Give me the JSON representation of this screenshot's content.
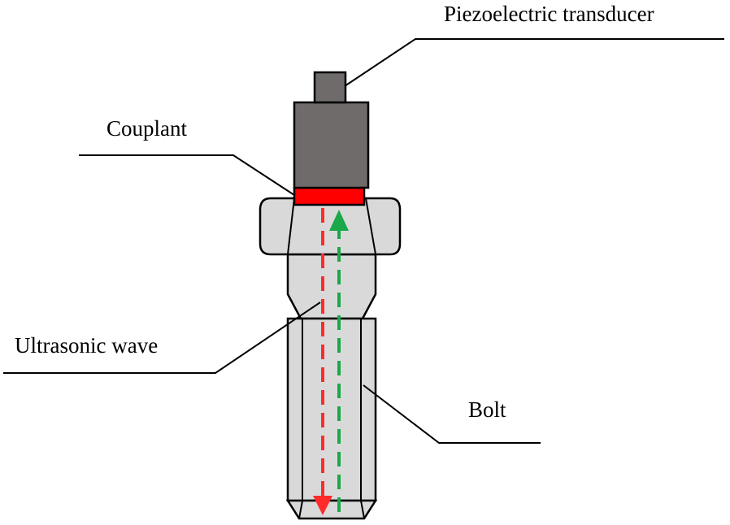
{
  "labels": {
    "transducer": "Piezoelectric transducer",
    "couplant": "Couplant",
    "wave": "Ultrasonic wave",
    "bolt": "Bolt"
  },
  "colors": {
    "transducer_body": "#6f6b6b",
    "couplant": "#ff0000",
    "bolt": "#d9d9d9",
    "outline": "#000000",
    "outgoing_wave": "#ff2a2a",
    "echo_wave": "#1aa84a"
  }
}
